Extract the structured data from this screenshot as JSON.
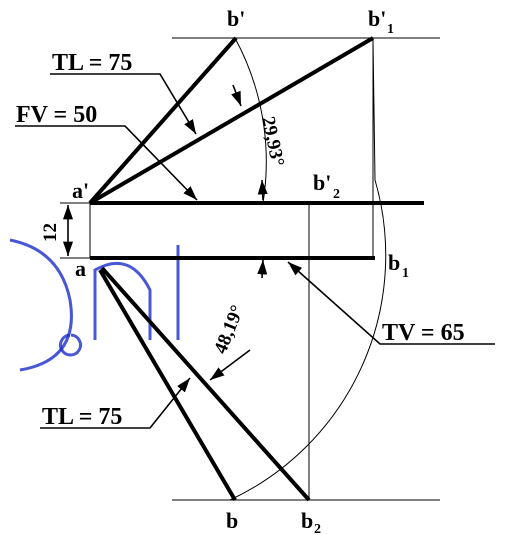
{
  "labels": {
    "b_prime": "b'",
    "b1_prime": "b'",
    "b1_prime_sub": "1",
    "b2_prime": "b'",
    "b2_prime_sub": "2",
    "a_prime": "a'",
    "a": "a",
    "b1": "b",
    "b1_sub": "1",
    "b": "b",
    "b2": "b",
    "b2_sub": "2"
  },
  "callouts": {
    "tl_front": "TL = 75",
    "fv": "FV = 50",
    "tv": "TV = 65",
    "tl_top": "TL = 75"
  },
  "dimensions": {
    "gap": "12",
    "angle_front": "29,93°",
    "angle_top": "48,19°"
  },
  "colors": {
    "ink": "#000000",
    "watermark": "#1a2ec9"
  }
}
